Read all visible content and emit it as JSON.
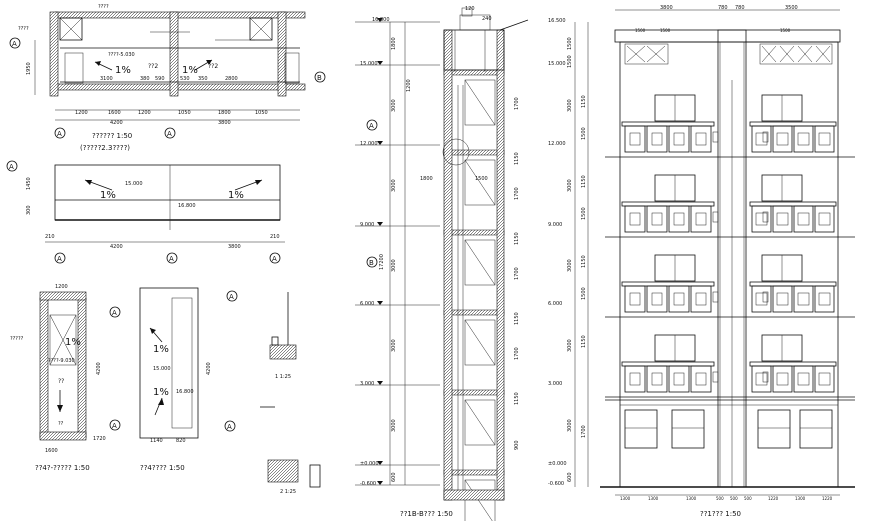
{
  "plan_top": {
    "caption": "??????  1:50",
    "sub_caption": "(?????2.3????)",
    "slope_labels": [
      "1%",
      "1%"
    ],
    "level_label": "????-5.030",
    "dims_bottom_a": [
      "1200",
      "1600",
      "1200",
      "1050",
      "1800",
      "1050"
    ],
    "dims_bottom_b": [
      "4200",
      "3800"
    ],
    "dims_mid": [
      "3100",
      "2800"
    ],
    "small_dims": [
      "380",
      "590",
      "530",
      "350"
    ],
    "marks": [
      "??2",
      "??2"
    ],
    "side_dim": "1950",
    "axis_labels": [
      "A",
      "A",
      "A",
      "B"
    ],
    "note_labels": [
      "????",
      "????"
    ]
  },
  "roof_plan": {
    "slope_labels": [
      "1%",
      "1%"
    ],
    "level_labels": [
      "15.000",
      "16.800"
    ],
    "dims_bottom": [
      "4200",
      "3800"
    ],
    "side_dims": [
      "1450",
      "300"
    ],
    "end_dims": [
      "210",
      "210"
    ],
    "axis_labels": [
      "A",
      "A",
      "A",
      "A"
    ]
  },
  "lift_plan": {
    "caption": "??4?-?????  1:50",
    "slope_label": "1%",
    "level_label": "????-9.030",
    "dims_top": [
      "1200"
    ],
    "dims_bottom": [
      "1600"
    ],
    "side_dims": [
      "4200",
      "1720"
    ],
    "labels": [
      "?????",
      "??",
      "??"
    ],
    "axis_labels": [
      "A",
      "A"
    ]
  },
  "lift_roof": {
    "caption": "??4????  1:50",
    "slope_labels": [
      "1%",
      "1%"
    ],
    "level_labels": [
      "15.000",
      "16.800"
    ],
    "dims_bottom": [
      "1140",
      "820"
    ],
    "side_dim": "4200",
    "axis_labels": [
      "A",
      "A"
    ]
  },
  "details": {
    "labels": [
      "1 1:25",
      "2 1:25"
    ]
  },
  "section": {
    "caption": "??1B-B???  1:50",
    "levels": [
      "16.800",
      "15.000",
      "12.000",
      "9.000",
      "6.000",
      "3.000",
      "±0.000",
      "-0.600"
    ],
    "vert_dims": [
      "1800",
      "3000",
      "3000",
      "3000",
      "3000",
      "3000",
      "600",
      "1200",
      "17200"
    ],
    "window_dims": [
      "1700",
      "1150",
      "1700",
      "1150",
      "1700",
      "1150",
      "1700",
      "1150",
      "900"
    ],
    "bottom_dims": [
      "1800",
      "1500"
    ],
    "top_dims": [
      "120",
      "240"
    ],
    "axis_labels": [
      "A",
      "B"
    ]
  },
  "elevation": {
    "caption": "??1???  1:50",
    "levels": [
      "16.500",
      "15.000",
      "12.000",
      "9.000",
      "6.000",
      "3.000",
      "±0.000",
      "-0.600"
    ],
    "top_dims": [
      "3800",
      "780",
      "780",
      "3500"
    ],
    "vert_dims": [
      "1500",
      "1500",
      "3000",
      "3000",
      "3000",
      "3000",
      "3000",
      "600"
    ],
    "win_dims": [
      "1150",
      "1500",
      "1150",
      "1500",
      "1150",
      "1500",
      "1150",
      "1700"
    ],
    "bottom_dims": [
      "1300",
      "1300",
      "1300",
      "500",
      "500",
      "500",
      "1220",
      "1300",
      "1220"
    ],
    "bay_dims": [
      "1500",
      "1500",
      "1500"
    ]
  }
}
